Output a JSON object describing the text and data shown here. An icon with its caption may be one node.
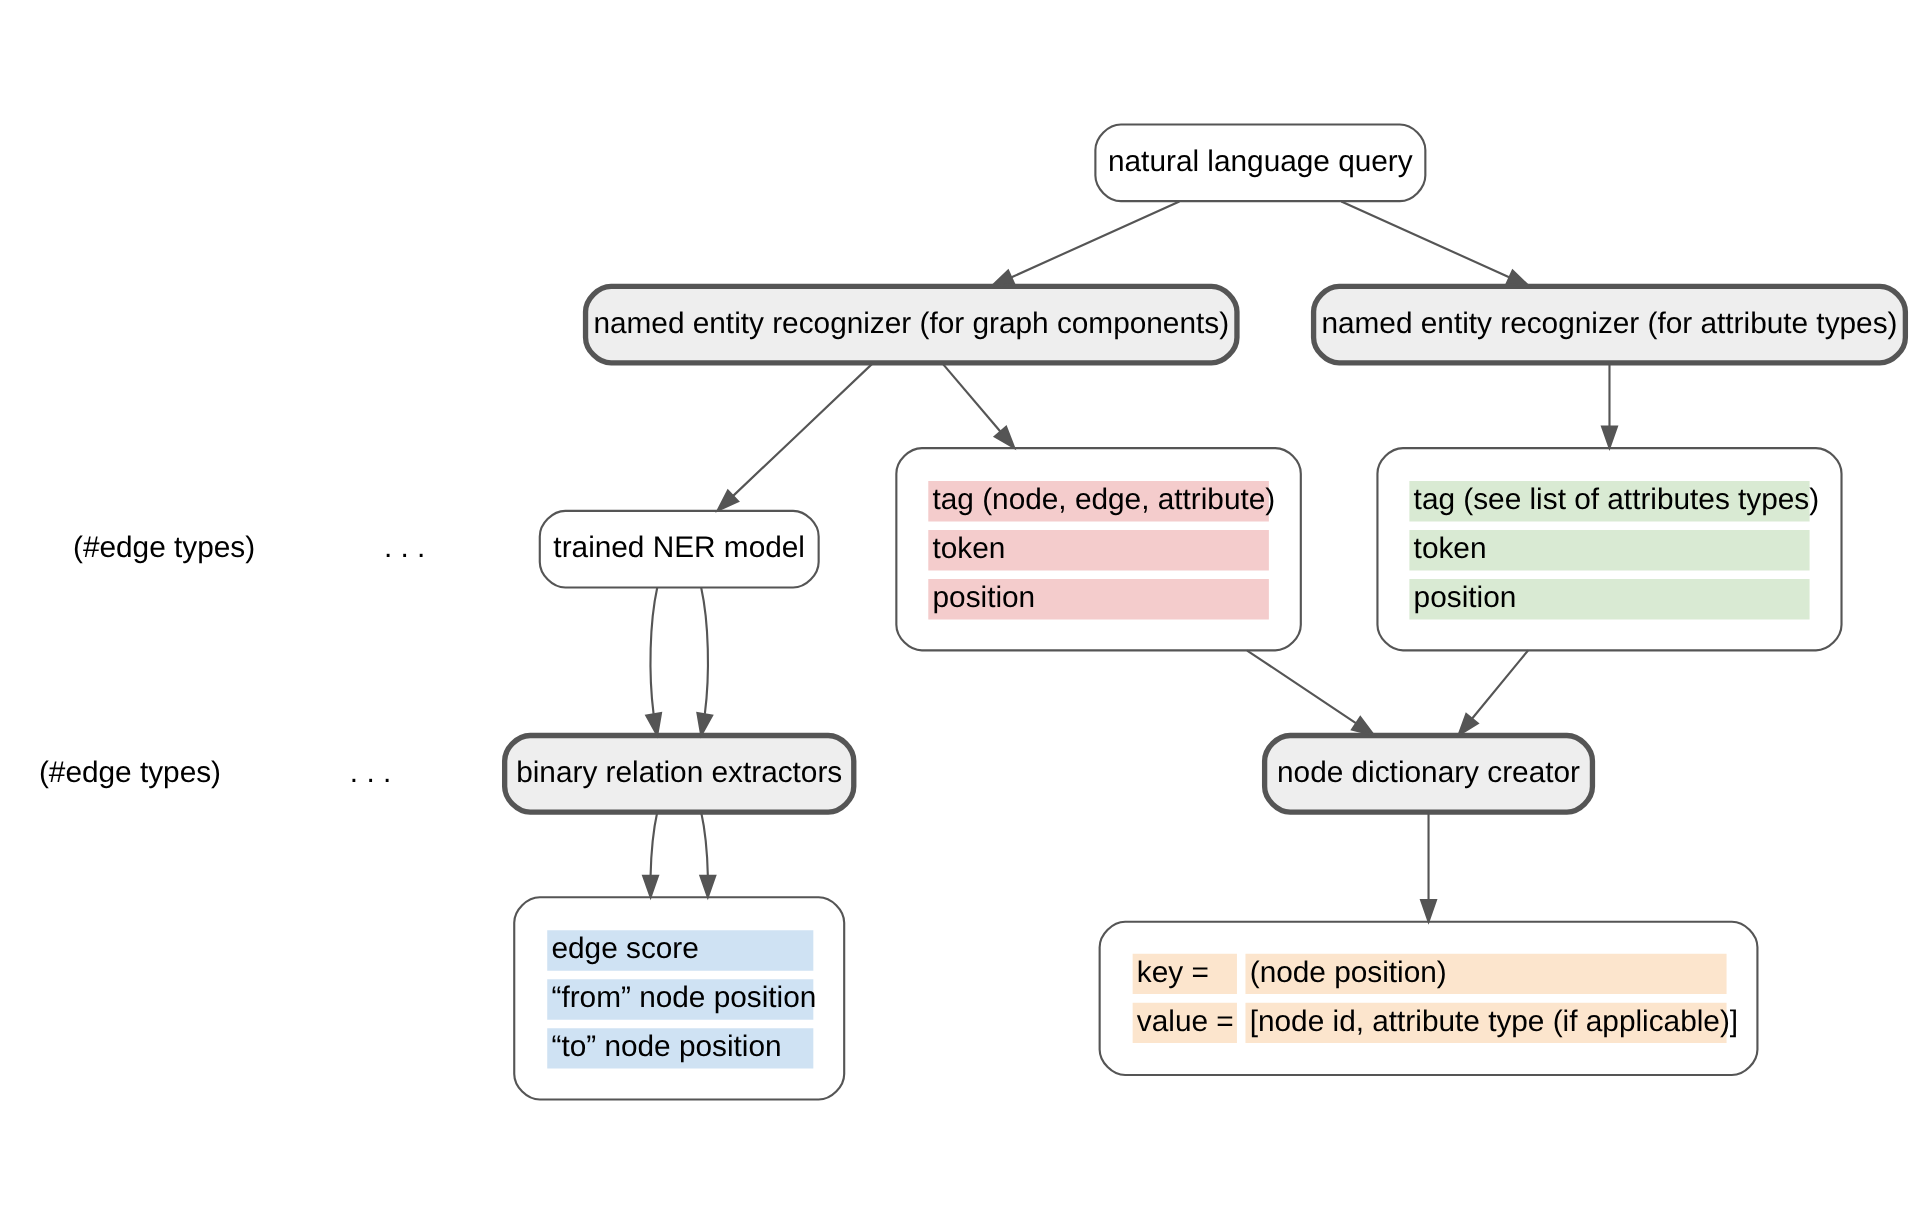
{
  "diagram": {
    "nodes": [
      {
        "text": [
          "natural language query"
        ]
      },
      {
        "text": [
          "named entity recognizer (for graph components)"
        ]
      },
      {
        "text": [
          "named entity recognizer (for attribute types)"
        ]
      },
      {
        "text": [
          "trained NER model"
        ]
      },
      {
        "text": [
          "tag (node, edge, attribute)",
          "token",
          "position"
        ]
      },
      {
        "text": [
          "tag (see list of attributes types)",
          "token",
          "position"
        ]
      },
      {
        "text": [
          "binary relation extractors"
        ]
      },
      {
        "text": [
          "node dictionary creator"
        ]
      },
      {
        "text": [
          "edge score",
          "“from” node position",
          "“to” node position"
        ]
      },
      {
        "text": [
          "key =",
          "(node position)",
          "value =",
          "[node id, attribute type (if applicable)]"
        ]
      }
    ],
    "edges": [
      {
        "from": 0,
        "to": 1,
        "arrow": "to"
      },
      {
        "from": 0,
        "to": 2,
        "arrow": "to"
      },
      {
        "from": 1,
        "to": 3,
        "arrow": "to"
      },
      {
        "from": 1,
        "to": 4,
        "arrow": "to"
      },
      {
        "from": 2,
        "to": 5,
        "arrow": "to"
      },
      {
        "from": 3,
        "to": 6,
        "arrow": "to"
      },
      {
        "from": 3,
        "to": 6,
        "arrow": "to"
      },
      {
        "from": 6,
        "to": 8,
        "arrow": "to"
      },
      {
        "from": 6,
        "to": 8,
        "arrow": "to"
      },
      {
        "from": 4,
        "to": 7,
        "arrow": "to"
      },
      {
        "from": 5,
        "to": 7,
        "arrow": "to"
      },
      {
        "from": 7,
        "to": 9,
        "arrow": "to"
      }
    ],
    "labels": [
      "(#edge types)",
      ". . .",
      "(#edge types)",
      ". . ."
    ]
  }
}
